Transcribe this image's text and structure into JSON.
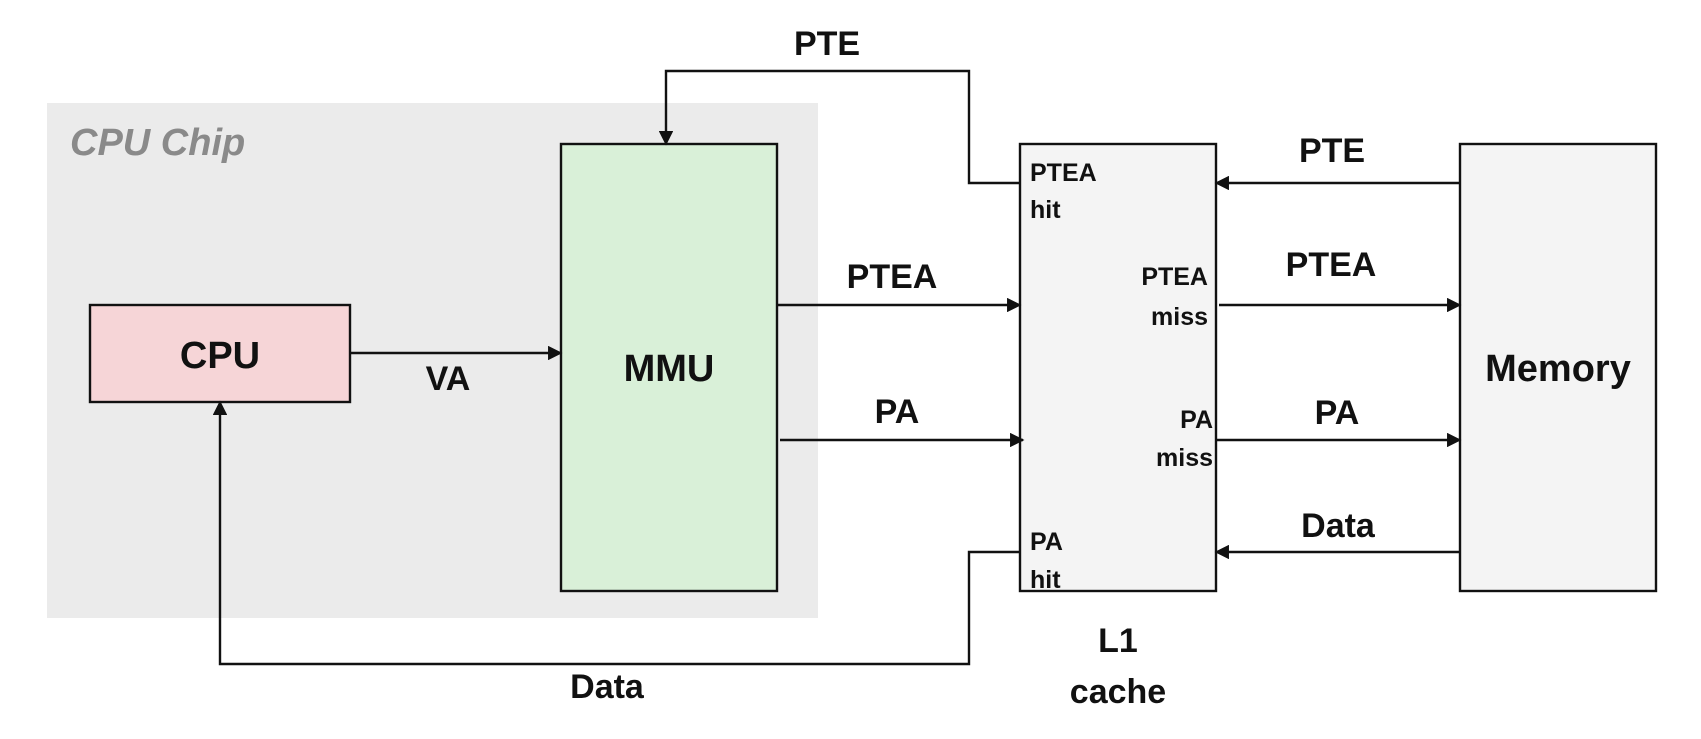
{
  "colors": {
    "chip_bg": "#ebebeb",
    "chip_label": "#8a8a8a",
    "cpu_fill": "#f6d5d7",
    "mmu_fill": "#d9f0d8",
    "cache_fill": "#f4f4f4",
    "memory_fill": "#f4f4f4",
    "line": "#111111"
  },
  "chip": {
    "label": "CPU Chip"
  },
  "blocks": {
    "cpu": {
      "label": "CPU"
    },
    "mmu": {
      "label": "MMU"
    },
    "cache": {
      "label_line1": "L1",
      "label_line2": "cache"
    },
    "memory": {
      "label": "Memory"
    }
  },
  "cache_ports": {
    "ptea_hit": [
      "PTEA",
      "hit"
    ],
    "ptea_miss": [
      "PTEA",
      "miss"
    ],
    "pa_miss": [
      "PA",
      "miss"
    ],
    "pa_hit": [
      "PA",
      "hit"
    ]
  },
  "signals": {
    "va": "VA",
    "pte_top": "PTE",
    "ptea_mmu_cache": "PTEA",
    "pa_mmu_cache": "PA",
    "pte_mem_cache": "PTE",
    "ptea_cache_mem": "PTEA",
    "pa_cache_mem": "PA",
    "data_mem_cache": "Data",
    "data_cache_cpu": "Data"
  }
}
